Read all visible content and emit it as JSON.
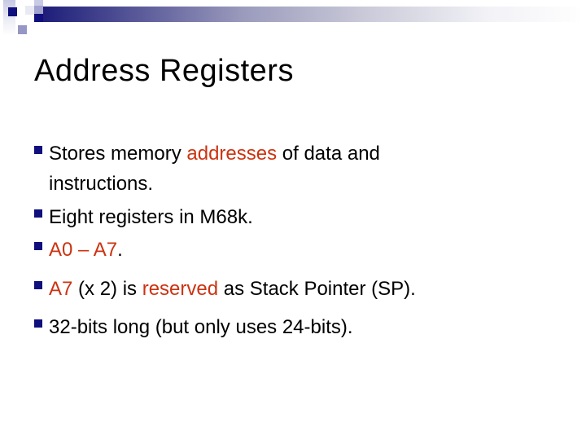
{
  "slide": {
    "title": "Address Registers",
    "colors": {
      "accent_red": "#cc3311",
      "bullet_navy": "#0f0f7d",
      "bar_navy": "#1e1e7a",
      "text_black": "#000000"
    },
    "decoration": {
      "bar_icon": "gradient-bar",
      "mosaic_icon": "pixel-squares"
    },
    "bullets": [
      {
        "lines": [
          [
            {
              "text": "Stores memory ",
              "color": "black"
            },
            {
              "text": "addresses",
              "color": "red"
            },
            {
              "text": " of data and",
              "color": "black"
            }
          ],
          [
            {
              "text": "instructions.",
              "color": "black"
            }
          ]
        ]
      },
      {
        "lines": [
          [
            {
              "text": "Eight registers in M68k.",
              "color": "black"
            }
          ]
        ]
      },
      {
        "lines": [
          [
            {
              "text": "A0 – A7",
              "color": "red"
            },
            {
              "text": ".",
              "color": "black"
            }
          ]
        ]
      },
      {
        "lines": [
          [
            {
              "text": "A7",
              "color": "red"
            },
            {
              "text": " (x 2) is ",
              "color": "black"
            },
            {
              "text": "reserved",
              "color": "red"
            },
            {
              "text": " as Stack Pointer (SP).",
              "color": "black"
            }
          ]
        ]
      },
      {
        "lines": [
          [
            {
              "text": "32-bits long (but only uses 24-bits).",
              "color": "black"
            }
          ]
        ]
      }
    ]
  }
}
